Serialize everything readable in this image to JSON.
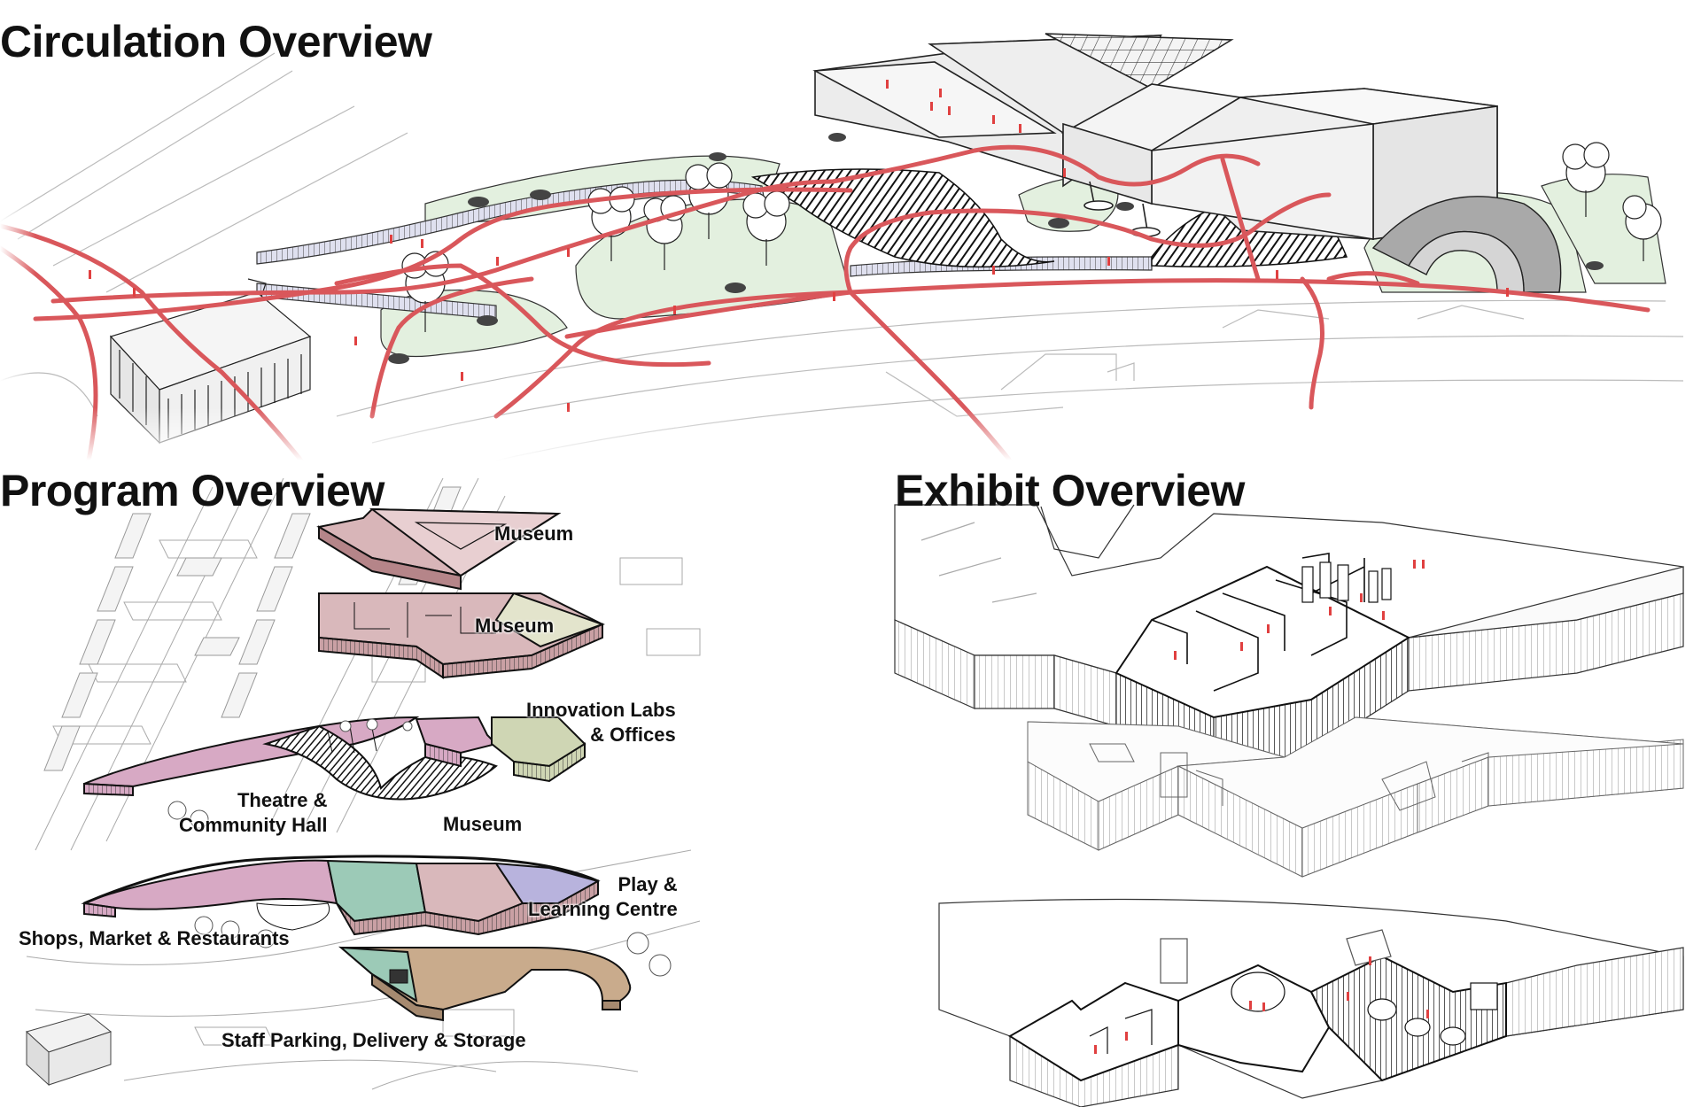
{
  "sections": {
    "circulation": {
      "title": "Circulation Overview"
    },
    "program": {
      "title": "Program Overview",
      "labels": {
        "museum_top": "Museum",
        "museum_mid": "Museum",
        "innovation": "Innovation Labs\n& Offices",
        "theatre": "Theatre &\nCommunity Hall",
        "museum_low": "Museum",
        "play": "Play &\nLearning Centre",
        "shops": "Shops, Market & Restaurants",
        "parking": "Staff Parking, Delivery & Storage"
      }
    },
    "exhibit": {
      "title": "Exhibit Overview"
    }
  },
  "colors": {
    "circulation_path": "#d9575b",
    "people": "#e04040",
    "landscape_green": "#e3f0df",
    "museum_pink": "#c9a0a4",
    "theatre_pink": "#d7a9c4",
    "innovation_green": "#cfd6b4",
    "teal": "#9ccab7",
    "lavender": "#b8b3dd",
    "parking_tan": "#c9ab8c",
    "building_grey": "#f2f2f2",
    "linework": "#222222"
  }
}
